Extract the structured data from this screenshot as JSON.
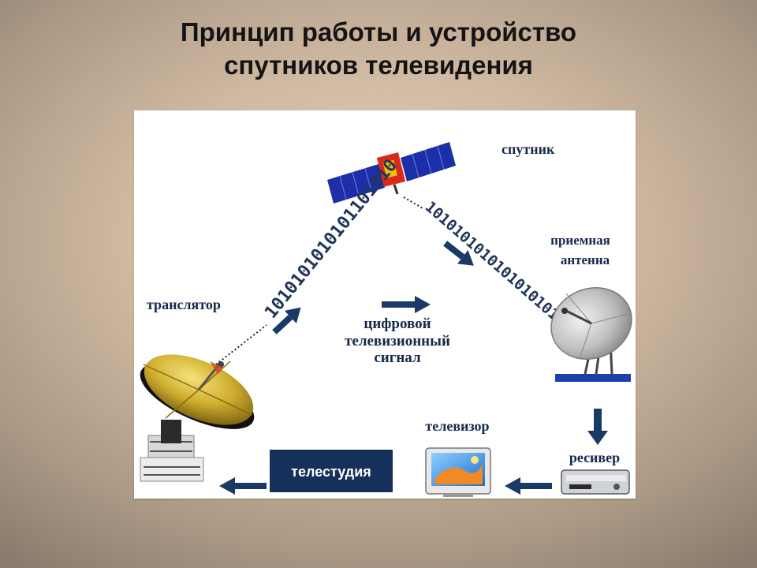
{
  "title": {
    "line1": "Принцип работы и устройство",
    "line2": "спутников телевидения"
  },
  "diagram": {
    "labels": {
      "satellite": "спутник",
      "receiving_antenna_line1": "приемная",
      "receiving_antenna_line2": "антенна",
      "transmitter": "транслятор",
      "signal_line1": "цифровой",
      "signal_line2": "телевизионный",
      "signal_line3": "сигнал",
      "tv": "телевизор",
      "receiver": "ресивер",
      "studio": "телестудия"
    },
    "uplink_bits": "1010101010101101010",
    "downlink_bits": "1010101010101010101"
  },
  "colors": {
    "label_text": "#14284a",
    "arrow": "#1a3a66",
    "solar_panel": "#1d2fa8",
    "studio_box": "#15305a"
  }
}
